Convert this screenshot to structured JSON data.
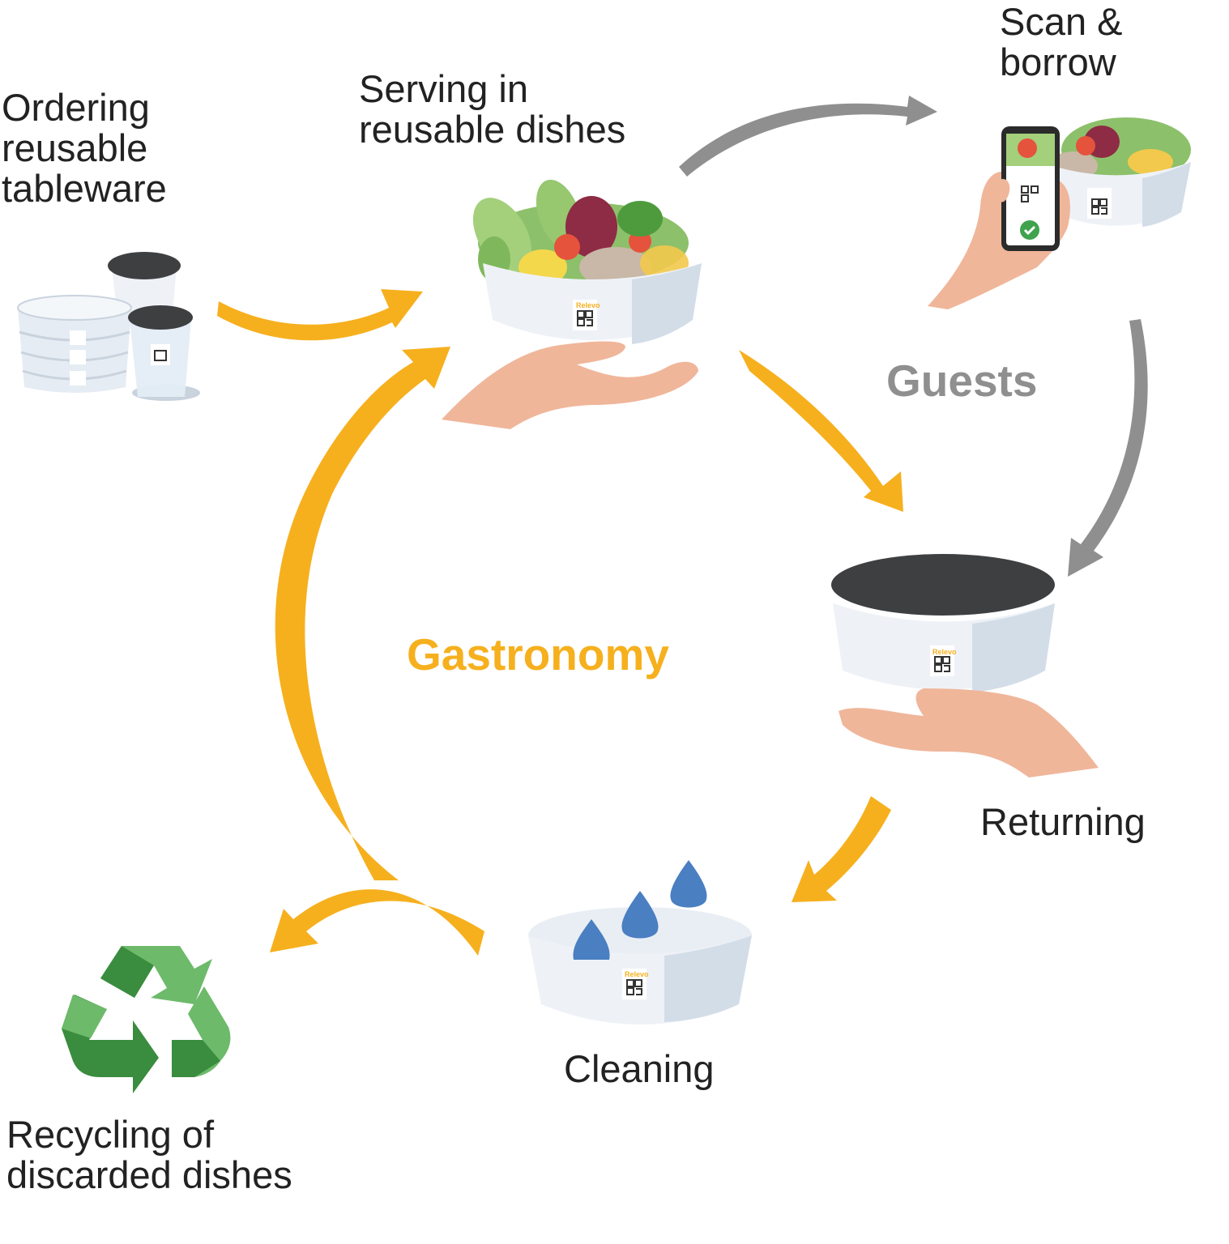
{
  "colors": {
    "gastronomy": "#F6B01E",
    "guests": "#8F8F8F",
    "text": "#222222",
    "lid": "#3E3F41",
    "dish": "#EEF2F7",
    "dish_shade": "#D3DDE8",
    "hand": "#F0B69A",
    "water": "#4A7FC1",
    "recycle_light": "#6DBA6A",
    "recycle_dark": "#3A8C3F"
  },
  "circles": {
    "gastronomy": "Gastronomy",
    "guests": "Guests"
  },
  "steps": {
    "ordering": "Ordering\nreusable\ntableware",
    "serving": "Serving in\nreusable dishes",
    "scan": "Scan &\nborrow",
    "returning": "Returning",
    "cleaning": "Cleaning",
    "recycling": "Recycling of\ndiscarded dishes"
  },
  "brand": "Relevo"
}
